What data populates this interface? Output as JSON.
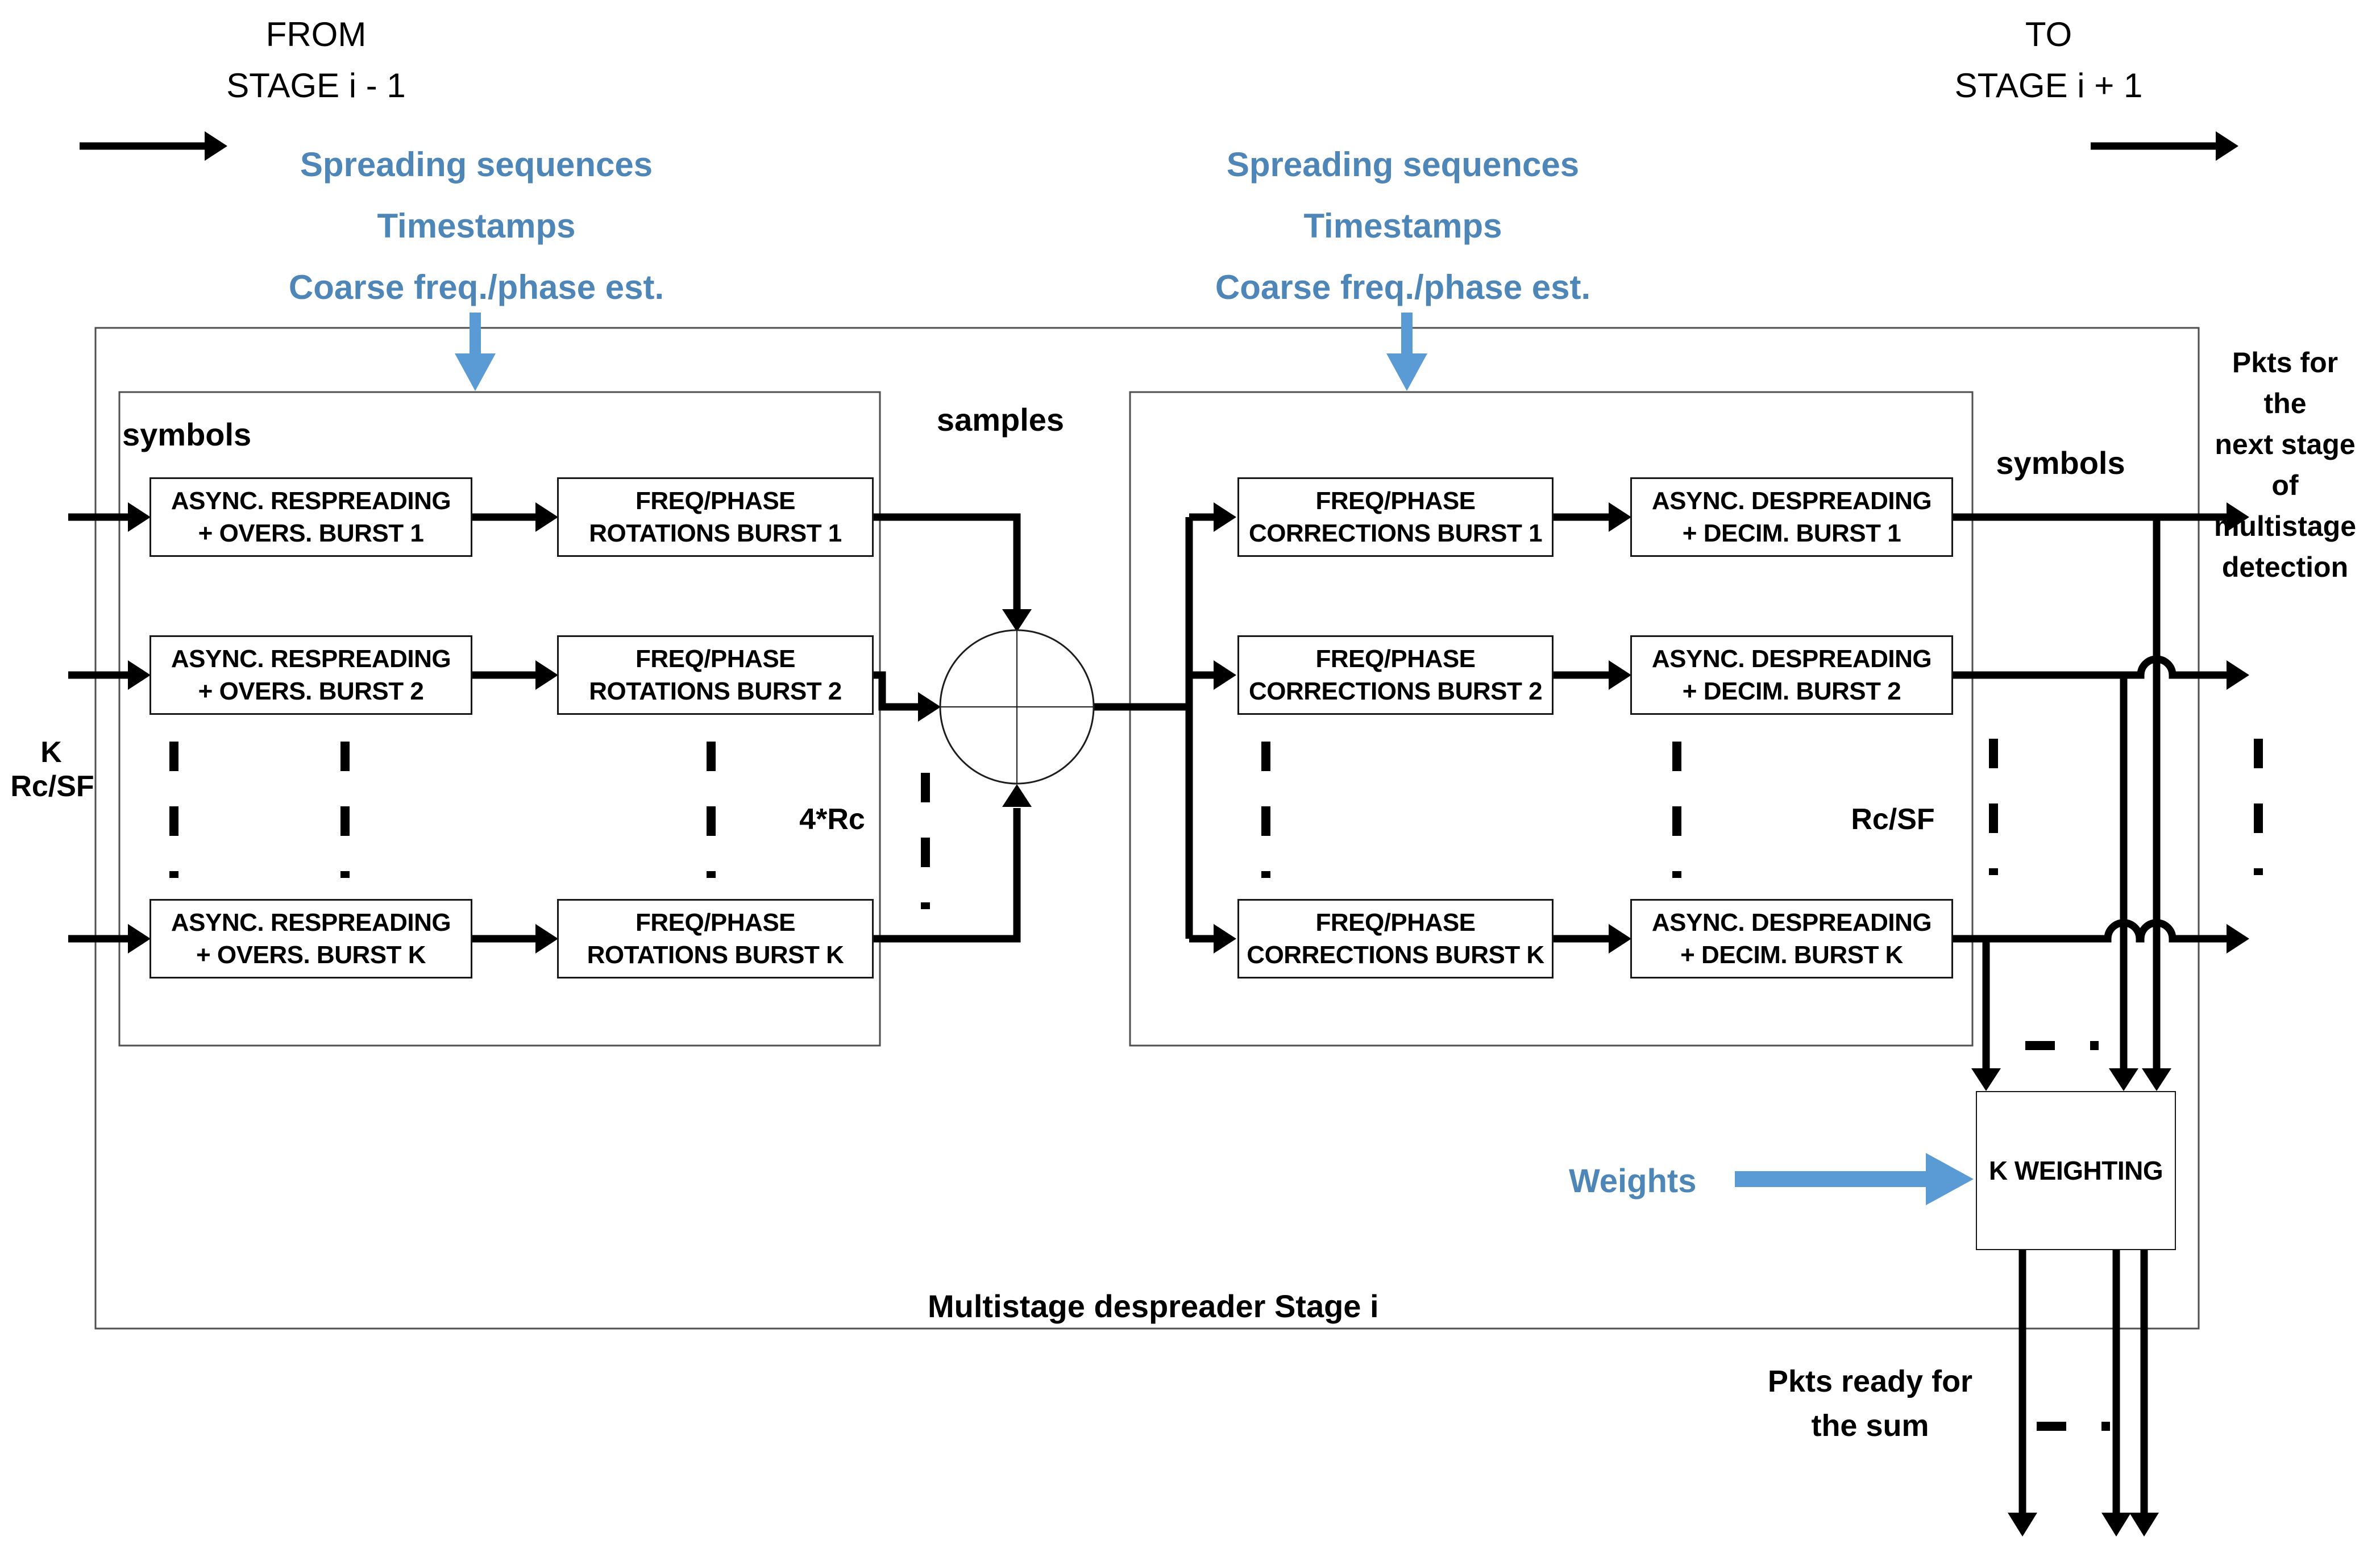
{
  "colors": {
    "annotation_blue": "#4e86b8",
    "arrow_blue": "#5b9bd5",
    "line_black": "#000000",
    "background": "#ffffff"
  },
  "stage_flow": {
    "from": "FROM\nSTAGE i - 1",
    "to": "TO\nSTAGE i + 1"
  },
  "annotations": {
    "left": "Spreading sequences\nTimestamps\nCoarse freq./phase est.",
    "right": "Spreading sequences\nTimestamps\nCoarse freq./phase est.",
    "weights": "Weights"
  },
  "respreading_section": {
    "input_label": "symbols",
    "input_rate_line1": "K",
    "input_rate_line2": "Rc/SF",
    "boxes_respreading": [
      "ASYNC. RESPREADING\n+ OVERS. BURST 1",
      "ASYNC. RESPREADING\n+ OVERS. BURST 2",
      "ASYNC. RESPREADING\n+ OVERS. BURST K"
    ],
    "boxes_rotations": [
      "FREQ/PHASE\nROTATIONS BURST 1",
      "FREQ/PHASE\nROTATIONS BURST 2",
      "FREQ/PHASE\nROTATIONS BURST K"
    ],
    "output_rate_label": "4*Rc"
  },
  "summation": {
    "samples_label": "samples"
  },
  "despreading_section": {
    "boxes_corrections": [
      "FREQ/PHASE\nCORRECTIONS BURST 1",
      "FREQ/PHASE\nCORRECTIONS BURST 2",
      "FREQ/PHASE\nCORRECTIONS BURST K"
    ],
    "boxes_despreading": [
      "ASYNC. DESPREADING\n+ DECIM. BURST 1",
      "ASYNC. DESPREADING\n+ DECIM. BURST 2",
      "ASYNC. DESPREADING\n+ DECIM. BURST K"
    ],
    "rate_label": "Rc/SF",
    "output_label": "symbols"
  },
  "weighting": {
    "box_label": "K WEIGHTING"
  },
  "outputs": {
    "pkts_next_stage": "Pkts for the\nnext stage of\nmultistage\ndetection",
    "pkts_ready": "Pkts ready for\nthe sum"
  },
  "caption": "Multistage despreader Stage i"
}
